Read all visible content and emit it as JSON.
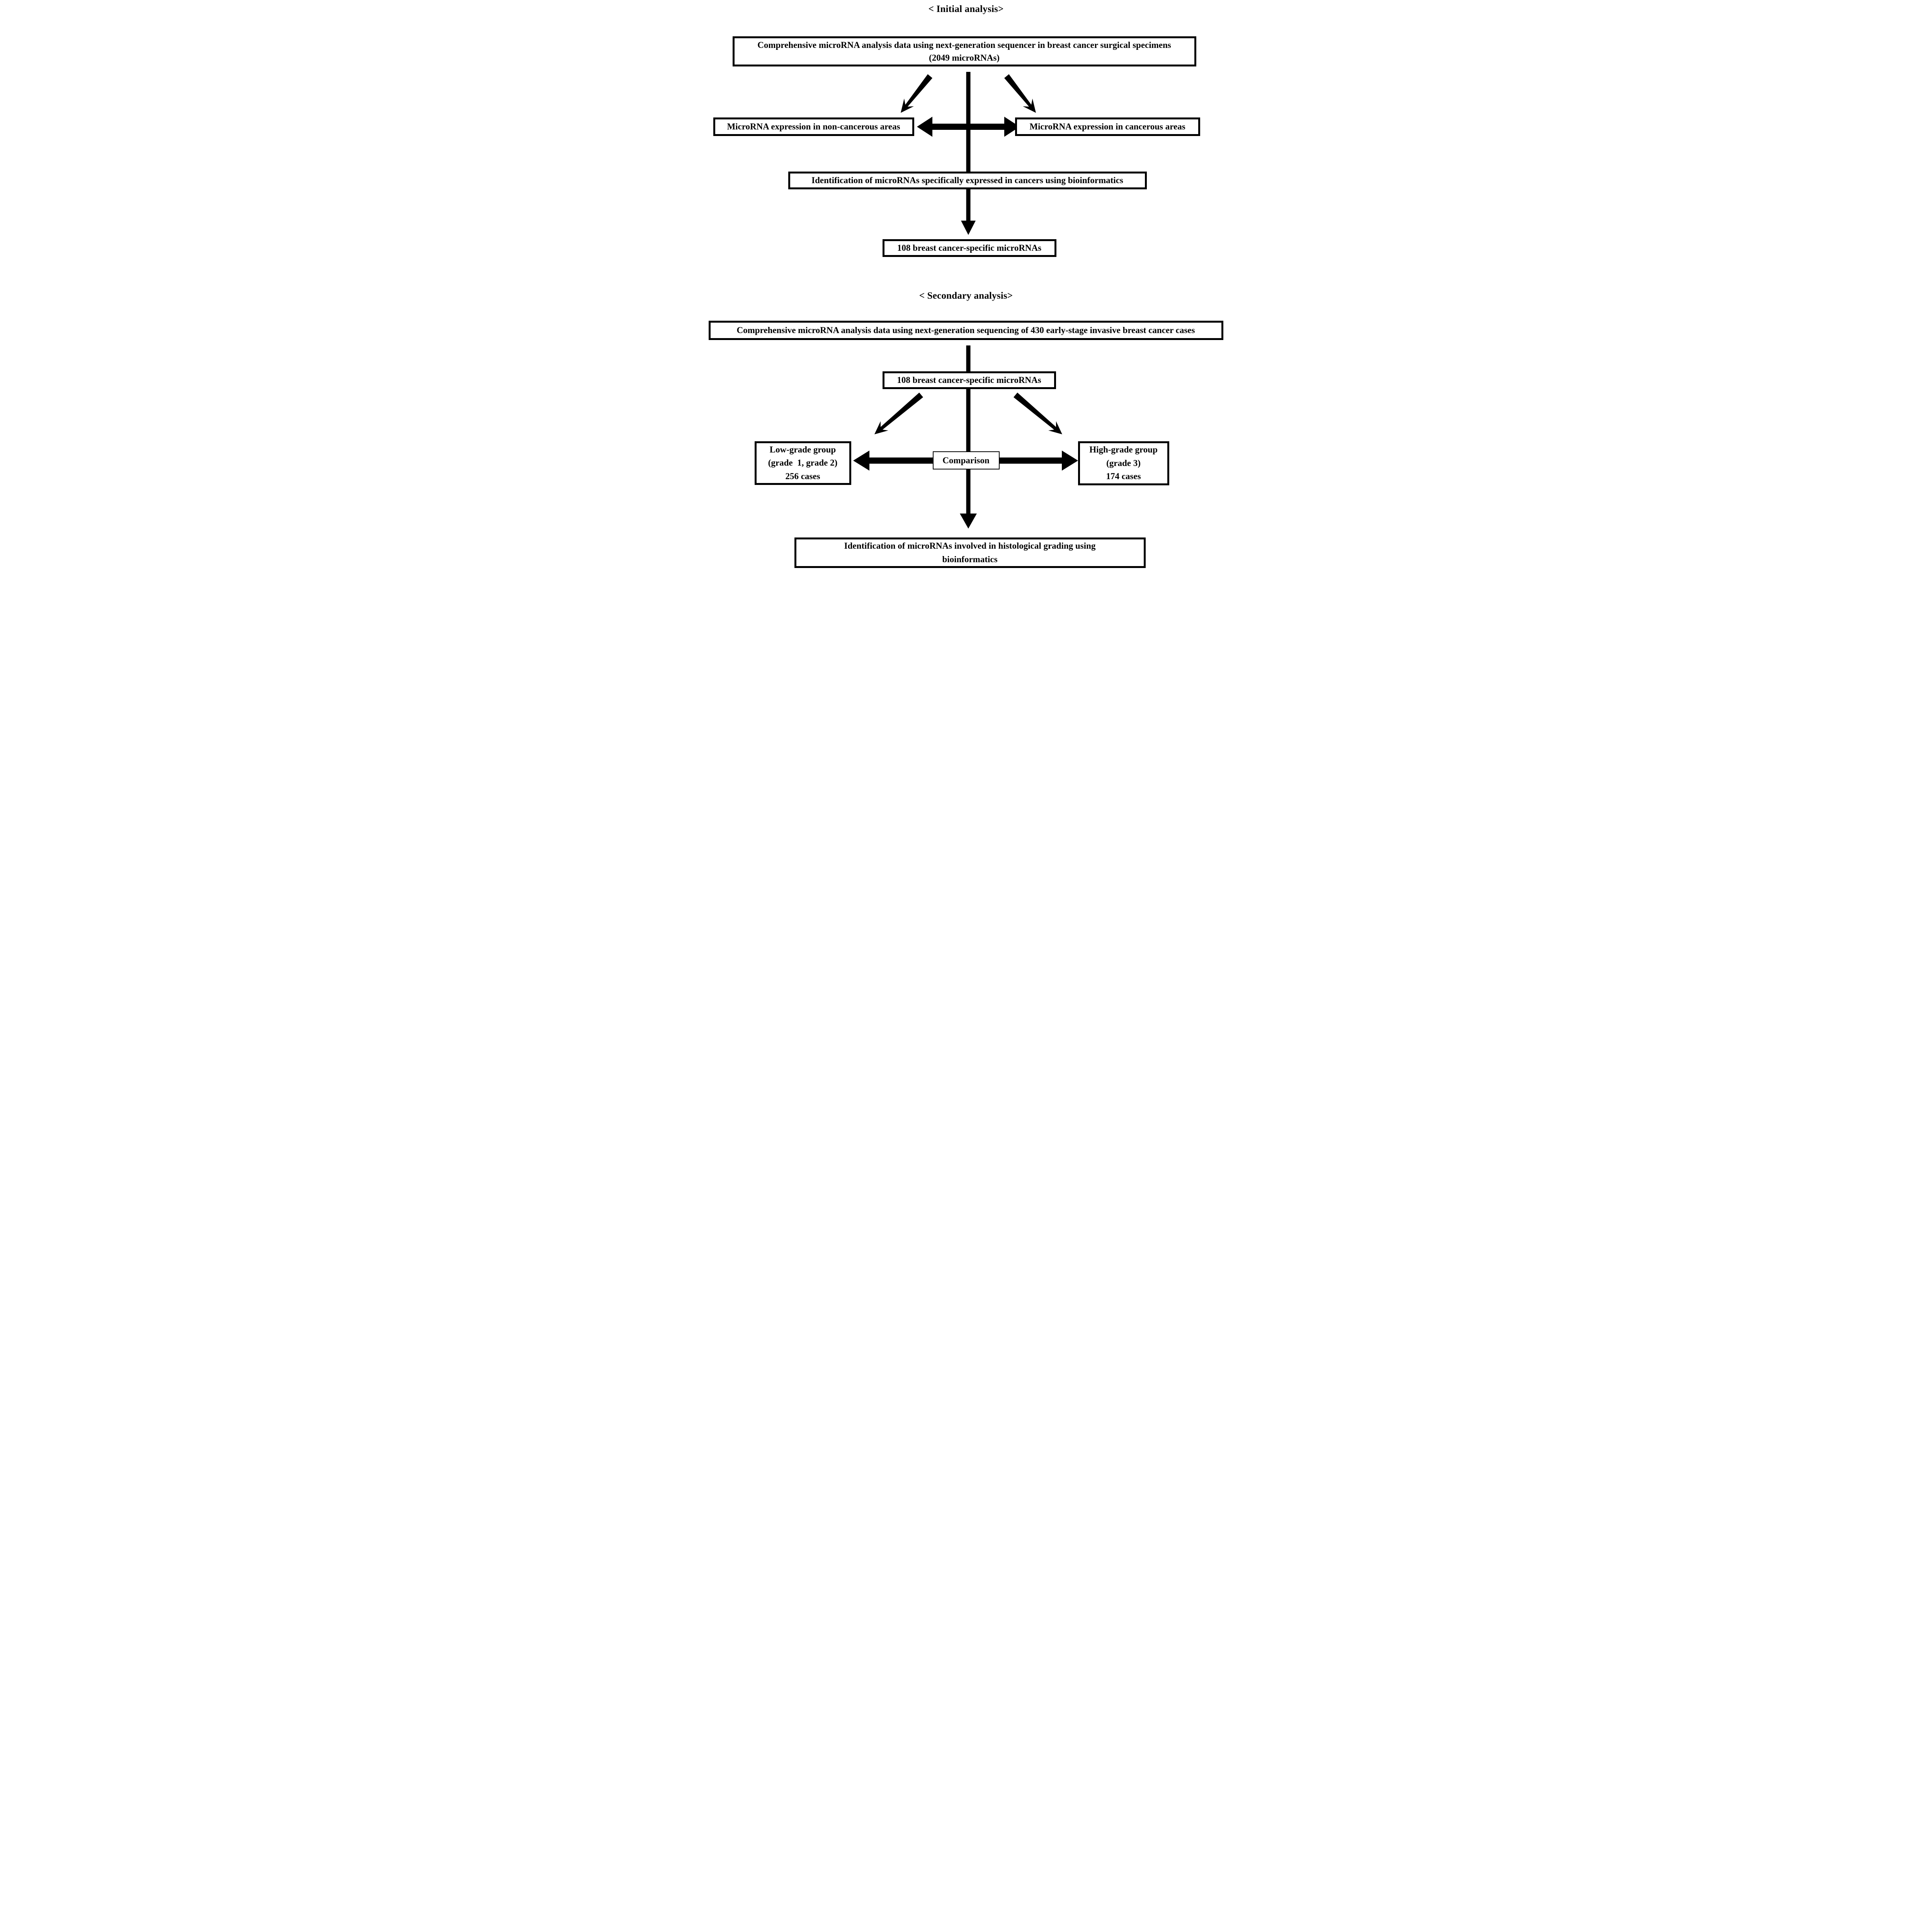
{
  "initial": {
    "title": "< Initial analysis>",
    "top_box_line1": "Comprehensive microRNA analysis data using next-generation sequencer in breast cancer surgical specimens",
    "top_box_line2": "(2049 microRNAs)",
    "left_box": "MicroRNA expression in non-cancerous areas",
    "right_box": "MicroRNA expression in cancerous areas",
    "identification_box": "Identification of microRNAs specifically expressed in cancers using bioinformatics",
    "result_box": "108 breast cancer-specific microRNAs"
  },
  "secondary": {
    "title": "< Secondary analysis>",
    "top_box": "Comprehensive microRNA analysis data using next-generation sequencing of 430 early-stage invasive breast cancer cases",
    "input_box": "108 breast cancer-specific microRNAs",
    "low_grade_box": {
      "line1": "Low-grade group",
      "line2": "(grade  1, grade 2)",
      "line3": "256 cases"
    },
    "comparison_box": "Comparison",
    "high_grade_box": {
      "line1": "High-grade group",
      "line2": "(grade 3)",
      "line3": "174 cases"
    },
    "final_box_line1": "Identification of microRNAs involved in histological grading using",
    "final_box_line2": "bioinformatics"
  },
  "colors": {
    "ink": "#000000",
    "background": "#ffffff"
  }
}
